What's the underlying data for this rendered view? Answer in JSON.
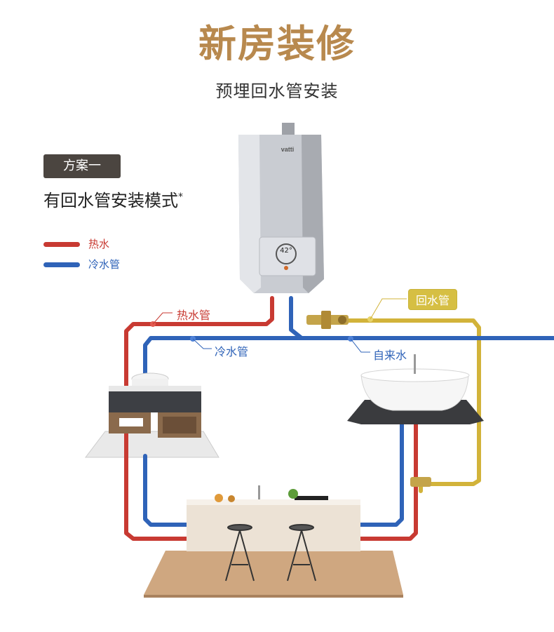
{
  "title": "新房装修",
  "subtitle": "预埋回水管安装",
  "plan": {
    "badge": "方案一",
    "description": "有回水管安装模式",
    "mark": "*"
  },
  "legend": [
    {
      "label": "热水",
      "color": "#c83a32"
    },
    {
      "label": "冷水管",
      "color": "#2f63b8"
    }
  ],
  "labels": {
    "hot_pipe": "热水管",
    "cold_pipe": "冷水管",
    "tap_water": "自来水",
    "return_pipe": "回水管"
  },
  "heater": {
    "brand": "vatti",
    "display": "42°"
  },
  "colors": {
    "hot": "#c83a32",
    "cold": "#2f63b8",
    "return": "#d2b33a",
    "accent": "#b8894e"
  }
}
